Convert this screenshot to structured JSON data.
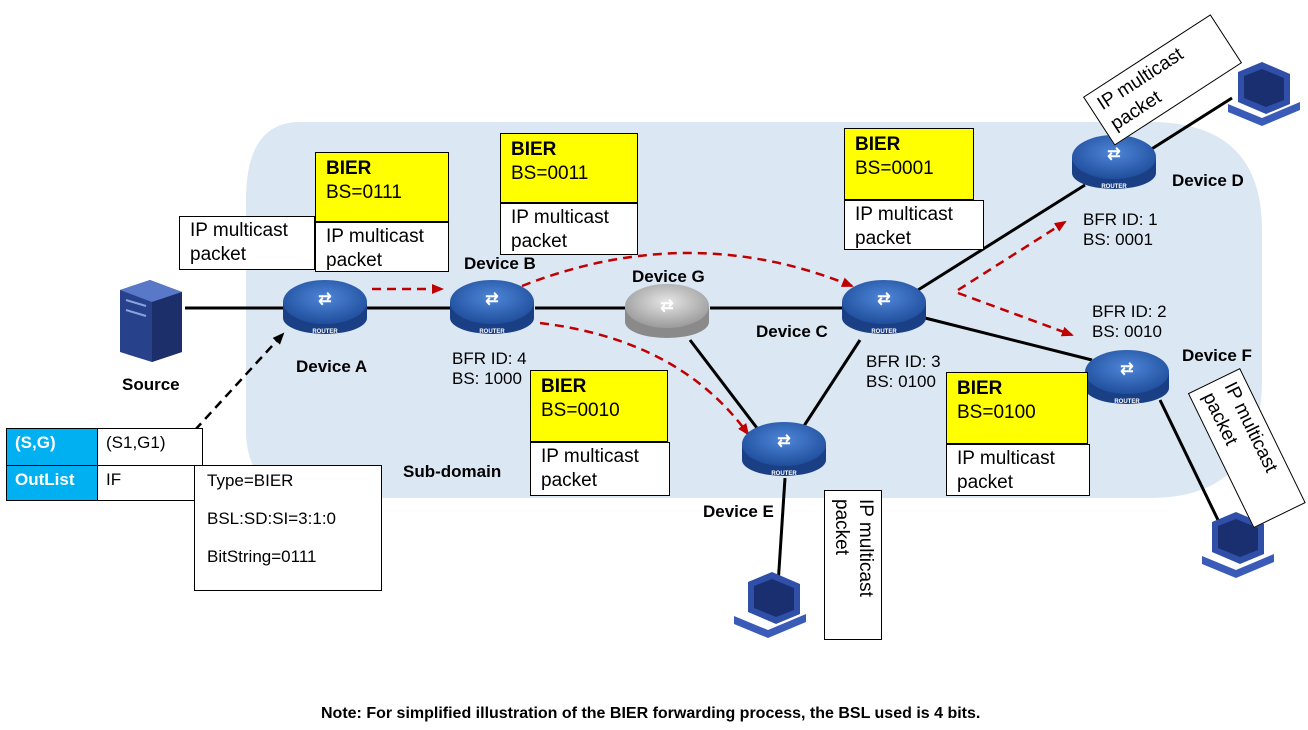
{
  "domain_label": "Sub-domain",
  "devices": {
    "source": "Source",
    "a": "Device A",
    "b": "Device B",
    "c": "Device C",
    "d": "Device D",
    "e": "Device E",
    "f": "Device F",
    "g": "Device G"
  },
  "router_caption": "ROUTER",
  "bfr": {
    "b": {
      "id": "BFR ID: 4",
      "bs": "BS: 1000"
    },
    "c": {
      "id": "BFR ID: 3",
      "bs": "BS: 0100"
    },
    "d": {
      "id": "BFR ID: 1",
      "bs": "BS: 0001"
    },
    "f": {
      "id": "BFR ID: 2",
      "bs": "BS: 0010"
    }
  },
  "packets": {
    "bier_title": "BIER",
    "ip_line1": "IP multicast",
    "ip_line2": "packet",
    "ip_full": "IP multicast packet",
    "a_bs": "BS=0111",
    "b_bs": "BS=0011",
    "c_bs": "BS=0001",
    "e_bs": "BS=0010",
    "f_bs": "BS=0100"
  },
  "table": {
    "sg_label": "(S,G)",
    "sg_value": "(S1,G1)",
    "outlist_label": "OutList",
    "if_label": "IF",
    "type": "Type=BIER",
    "bsl": "BSL:SD:SI=3:1:0",
    "bitstring": "BitString=0111"
  },
  "note": "Note: For simplified illustration of the BIER forwarding process, the BSL used is 4 bits.",
  "colors": {
    "domain_fill": "#dbe7f3",
    "bier_fill": "#ffff00",
    "arrow_red": "#c00000",
    "router_blue": "#2a5db0",
    "router_gray": "#b0b0b0",
    "cyan": "#00b0f0"
  }
}
